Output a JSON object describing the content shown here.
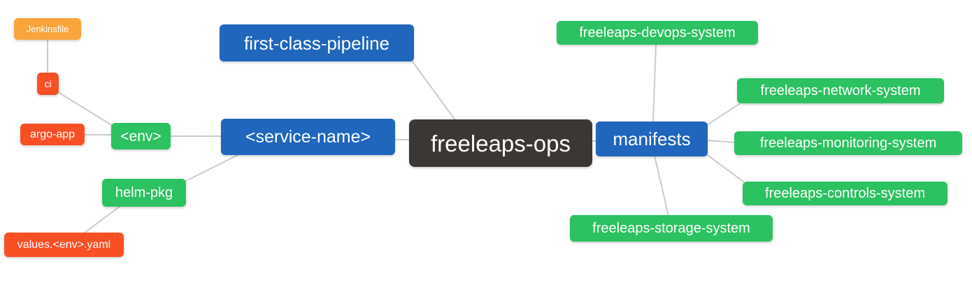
{
  "colors": {
    "background": "#ffffff",
    "edge": "#cccccc",
    "orange": "#f9a43c",
    "red": "#f94f25",
    "green": "#2cc161",
    "blue": "#1f66bc",
    "dark": "#3b3734",
    "text": "#ffffff"
  },
  "nodes": {
    "root": {
      "label": "freeleaps-ops"
    },
    "first_class_pipeline": {
      "label": "first-class-pipeline"
    },
    "service_name": {
      "label": "<service-name>"
    },
    "env": {
      "label": "<env>"
    },
    "ci": {
      "label": "ci"
    },
    "jenkinsfile": {
      "label": "Jenkinsfile"
    },
    "argo_app": {
      "label": "argo-app"
    },
    "helm_pkg": {
      "label": "helm-pkg"
    },
    "values_env_yaml": {
      "label": "values.<env>.yaml"
    },
    "manifests": {
      "label": "manifests"
    },
    "devops_system": {
      "label": "freeleaps-devops-system"
    },
    "network_system": {
      "label": "freeleaps-network-system"
    },
    "monitoring_system": {
      "label": "freeleaps-monitoring-system"
    },
    "controls_system": {
      "label": "freeleaps-controls-system"
    },
    "storage_system": {
      "label": "freeleaps-storage-system"
    }
  }
}
